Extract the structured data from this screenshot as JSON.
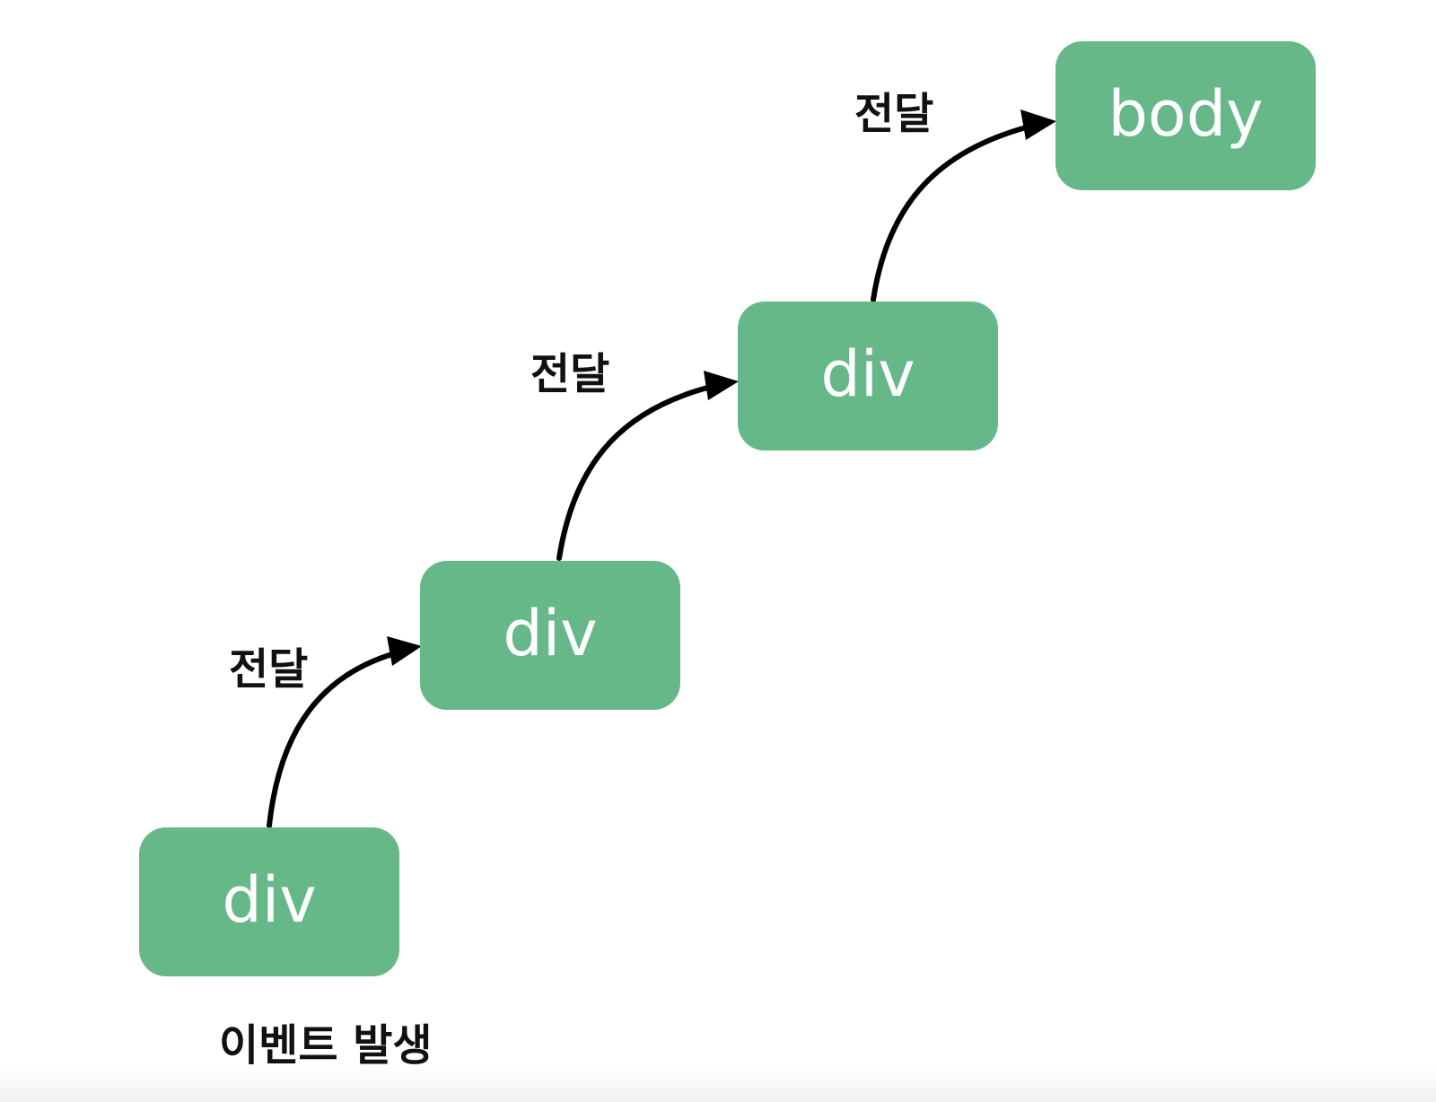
{
  "colors": {
    "node_fill": "#66b888",
    "node_text": "#ffffff",
    "arrow": "#000000",
    "label_text": "#111111"
  },
  "nodes": [
    {
      "label": "div"
    },
    {
      "label": "div"
    },
    {
      "label": "div"
    },
    {
      "label": "body"
    }
  ],
  "edges": [
    {
      "label": "전달"
    },
    {
      "label": "전달"
    },
    {
      "label": "전달"
    }
  ],
  "caption": "이벤트 발생"
}
